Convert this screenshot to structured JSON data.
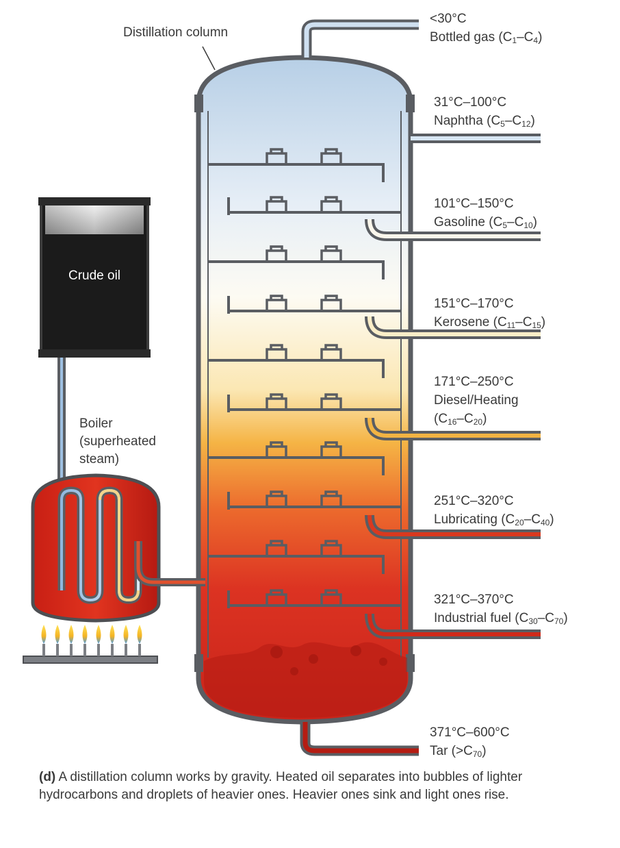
{
  "column_label": "Distillation column",
  "crude_label": "Crude oil",
  "boiler_label": [
    "Boiler",
    "(superheated",
    "steam)"
  ],
  "fractions": [
    {
      "temp": "<30°C",
      "name": "Bottled gas (C",
      "a": "1",
      "sep": "–C",
      "b": "4",
      "end": ")"
    },
    {
      "temp": "31°C–100°C",
      "name": "Naphtha (C",
      "a": "5",
      "sep": "–C",
      "b": "12",
      "end": ")"
    },
    {
      "temp": "101°C–150°C",
      "name": "Gasoline (C",
      "a": "5",
      "sep": "–C",
      "b": "10",
      "end": ")"
    },
    {
      "temp": "151°C–170°C",
      "name": "Kerosene (C",
      "a": "11",
      "sep": "–C",
      "b": "15",
      "end": ")"
    },
    {
      "temp": "171°C–250°C",
      "name": "Diesel/Heating",
      "name2": "(C",
      "a": "16",
      "sep": "–C",
      "b": "20",
      "end": ")"
    },
    {
      "temp": "251°C–320°C",
      "name": "Lubricating (C",
      "a": "20",
      "sep": "–C",
      "b": "40",
      "end": ")"
    },
    {
      "temp": "321°C–370°C",
      "name": "Industrial fuel (C",
      "a": "30",
      "sep": "–C",
      "b": "70",
      "end": ")"
    },
    {
      "temp": "371°C–600°C",
      "name": "Tar (>C",
      "b": "70",
      "end": ")"
    }
  ],
  "caption": {
    "tag": "(d)",
    "text": "A distillation column works by gravity. Heated oil separates into bubbles of lighter hydrocarbons and droplets of heavier ones. Heavier ones sink and light ones rise."
  },
  "colors": {
    "column_top": "#b9d1e8",
    "column_mid": "#fbf2d4",
    "column_orange": "#f2b043",
    "column_bottom": "#d92c1e",
    "boiler": "#d6281b",
    "crude": "#1b1b1b",
    "steel": "#5a5d62"
  }
}
